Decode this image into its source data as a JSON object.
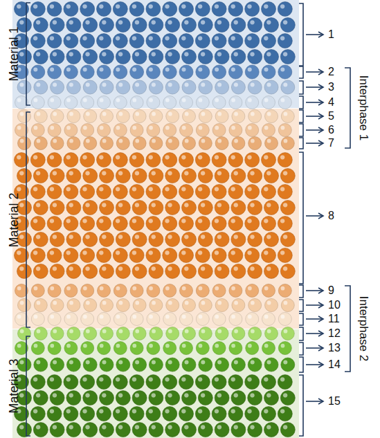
{
  "diagram": {
    "labels": [
      "Material 1",
      "Material 2",
      "Material 3",
      "1",
      "2",
      "3",
      "4",
      "5",
      "6",
      "7",
      "8",
      "9",
      "10",
      "11",
      "12",
      "13",
      "14",
      "15",
      "Interphase 1",
      "Interphase 2"
    ]
  }
}
